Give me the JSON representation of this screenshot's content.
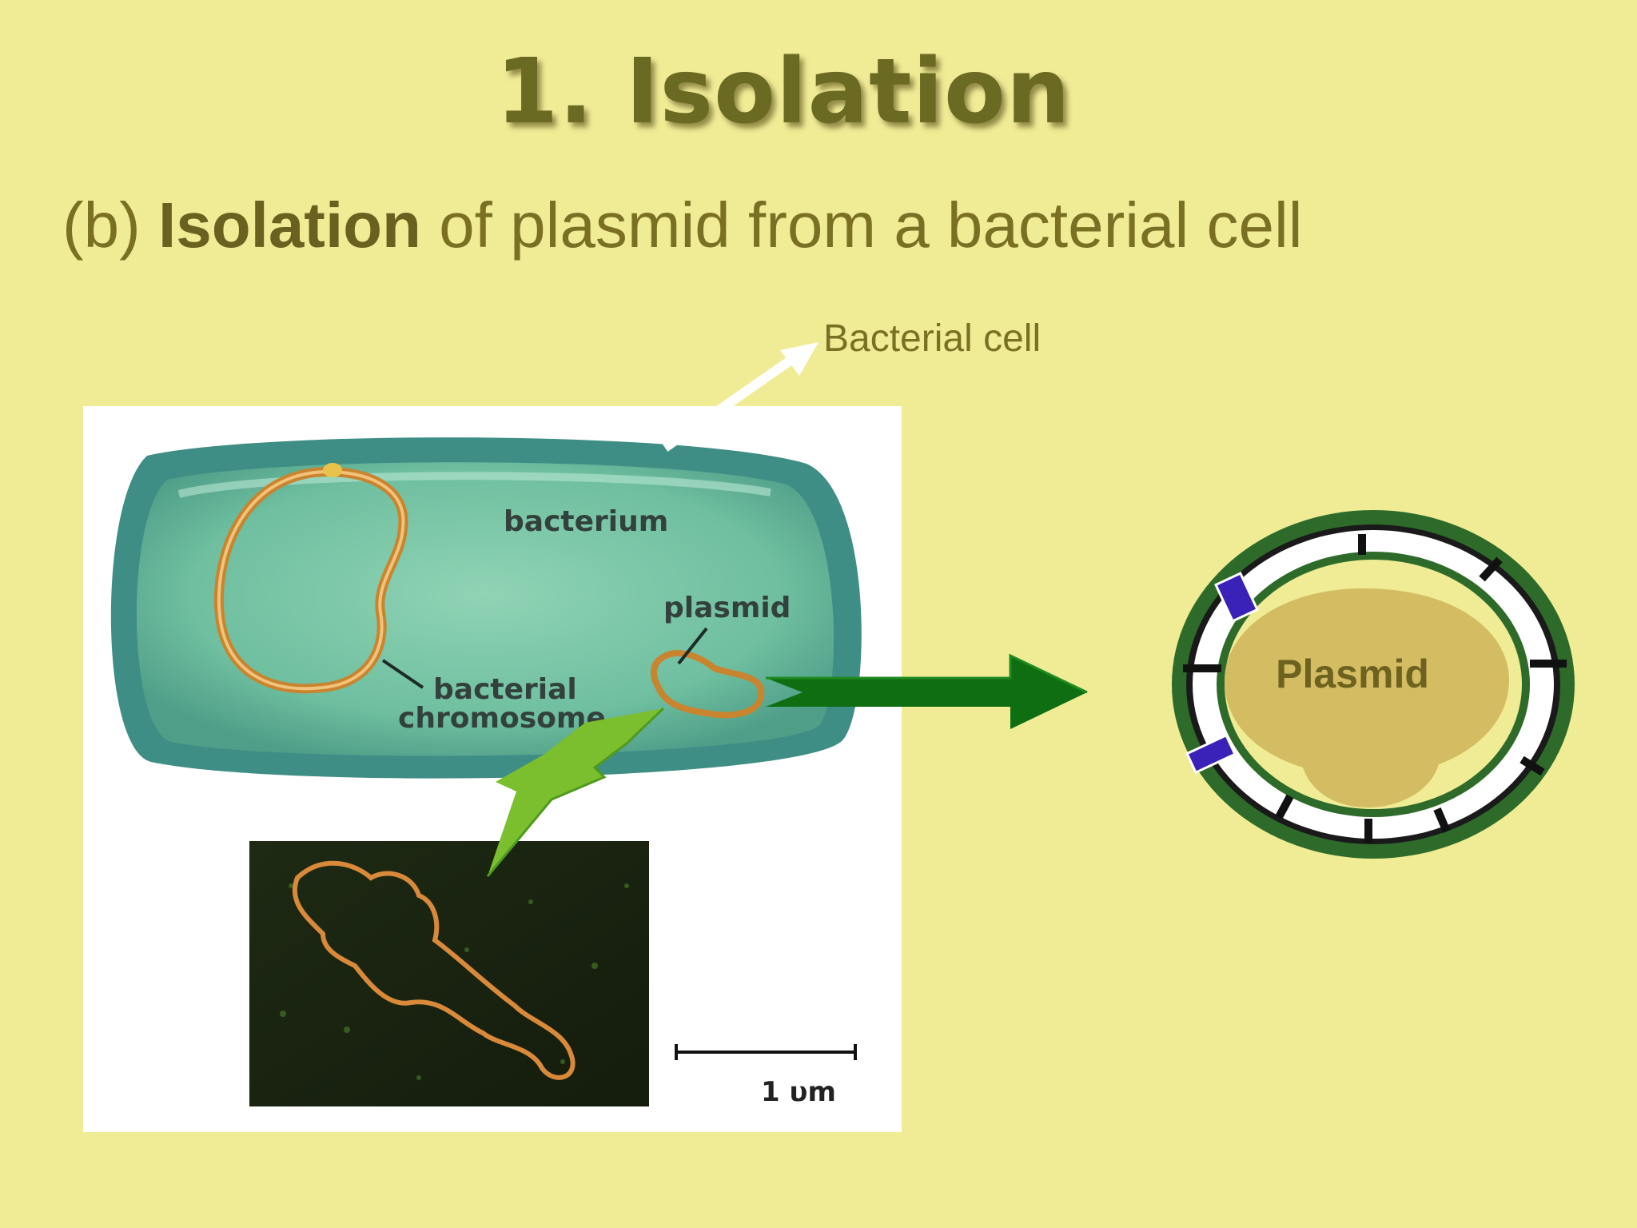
{
  "title": "1.  Isolation",
  "subtitle": {
    "prefix": "(b) ",
    "bold": "Isolation",
    "rest": " of plasmid from a bacterial cell"
  },
  "callout": "Bacterial cell",
  "figure": {
    "bacterium_label": "bacterium",
    "plasmid_label": "plasmid",
    "chromosome_label_line1": "bacterial",
    "chromosome_label_line2": "chromosome",
    "scale_label": "1 υm"
  },
  "plasmid_diagram": {
    "label": "Plasmid"
  },
  "colors": {
    "background": "#f0ec96",
    "cell_membrane": "#3f8e86",
    "cell_interior": "#7cc7a8",
    "dna": "#c8842f",
    "arrow_dark_green": "#0f6e12",
    "arrow_light_green": "#7bbf2e",
    "plasmid_ring": "#2e6b2a",
    "plasmid_fill": "#d4bc62",
    "marker_blue": "#3a22b8"
  },
  "icons": [
    "white-callout-arrow",
    "green-arrow-right",
    "green-arrow-down"
  ]
}
